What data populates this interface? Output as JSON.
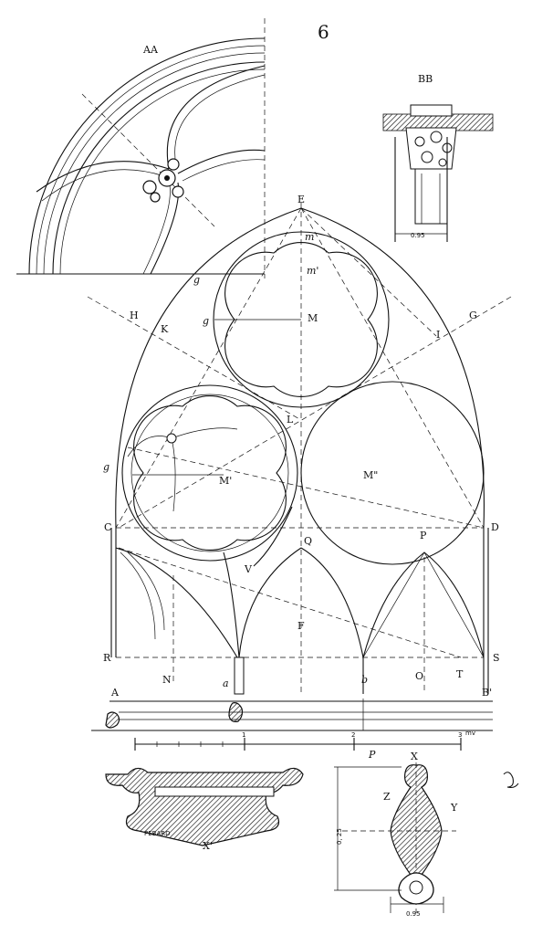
{
  "plate_number": "6",
  "detail_labels": {
    "aa": "AA",
    "bb": "BB",
    "x": "X",
    "x_prime": "X'",
    "y": "Y",
    "z": "Z"
  },
  "points": {
    "E": "E",
    "m": "m",
    "m_prime": "m'",
    "g1": "g",
    "g2": "g",
    "g3": "g",
    "M": "M",
    "H": "H",
    "K": "K",
    "G": "G",
    "I": "I",
    "L": "L",
    "M_prime": "M'",
    "M_dprime": "M\"",
    "C": "C",
    "D": "D",
    "Q": "Q",
    "P": "P",
    "V": "V",
    "F": "F",
    "R": "R",
    "S": "S",
    "A": "A",
    "N": "N",
    "a": "a",
    "b": "b",
    "O": "O",
    "T": "T",
    "B_prime": "B'"
  },
  "dimensions": {
    "bb_width": "0.95",
    "y_width": "0.95",
    "y_height": "0, 25",
    "p_mark": "P"
  },
  "scale": {
    "tick1": "1",
    "tick2": "2",
    "tick3": "3",
    "unit": "mv"
  },
  "signature": "PEBARD"
}
